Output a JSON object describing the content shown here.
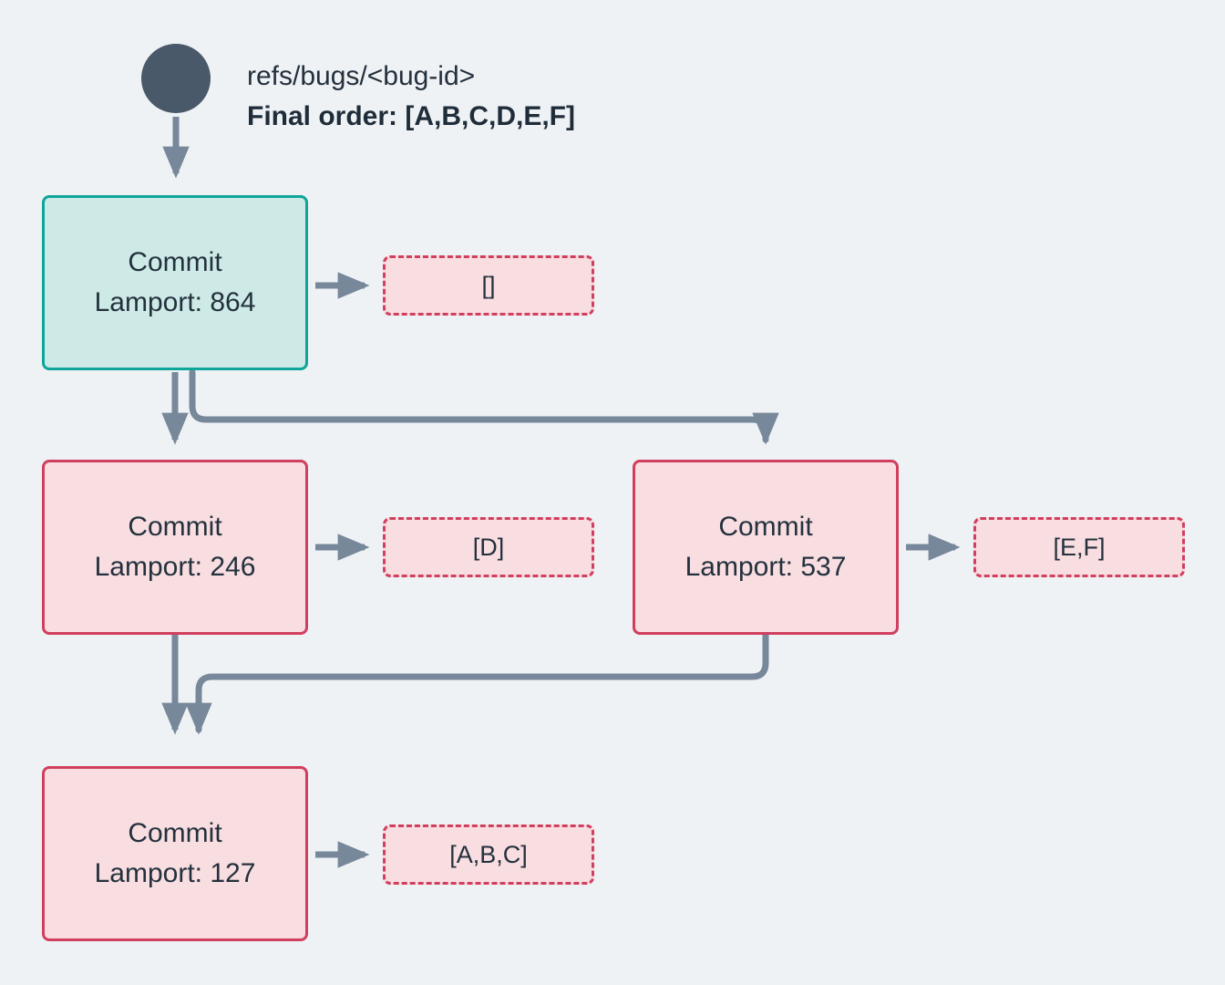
{
  "diagram": {
    "background_color": "#eff2f5",
    "root_marker_color": "#49596a",
    "edge_color": "#76889a",
    "head_node_border": "#0fa59a",
    "head_node_fill": "#cdeae6",
    "commit_node_border": "#d13f5e",
    "commit_node_fill": "#f8dde1",
    "text_color": "#24313d"
  },
  "header": {
    "ref_label": "refs/bugs/<bug-id>",
    "final_order_label": "Final order: [A,B,C,D,E,F]"
  },
  "nodes": [
    {
      "id": "commit-864",
      "title": "Commit",
      "lamport_label": "Lamport: 864",
      "lamport": 864,
      "kind": "head",
      "payload": "[]"
    },
    {
      "id": "commit-246",
      "title": "Commit",
      "lamport_label": "Lamport: 246",
      "lamport": 246,
      "kind": "commit",
      "payload": "[D]"
    },
    {
      "id": "commit-537",
      "title": "Commit",
      "lamport_label": "Lamport: 537",
      "lamport": 537,
      "kind": "commit",
      "payload": "[E,F]"
    },
    {
      "id": "commit-127",
      "title": "Commit",
      "lamport_label": "Lamport: 127",
      "lamport": 127,
      "kind": "commit",
      "payload": "[A,B,C]"
    }
  ],
  "edges": [
    {
      "from": "root-marker",
      "to": "commit-864",
      "style": "straight-down"
    },
    {
      "from": "commit-864",
      "to": "commit-246",
      "style": "straight-down"
    },
    {
      "from": "commit-864",
      "to": "commit-537",
      "style": "elbow-right"
    },
    {
      "from": "commit-246",
      "to": "commit-127",
      "style": "straight-down"
    },
    {
      "from": "commit-537",
      "to": "commit-127",
      "style": "elbow-left"
    },
    {
      "from": "commit-864",
      "to": "payload-864",
      "style": "short-right"
    },
    {
      "from": "commit-246",
      "to": "payload-246",
      "style": "short-right"
    },
    {
      "from": "commit-537",
      "to": "payload-537",
      "style": "short-right"
    },
    {
      "from": "commit-127",
      "to": "payload-127",
      "style": "short-right"
    }
  ]
}
